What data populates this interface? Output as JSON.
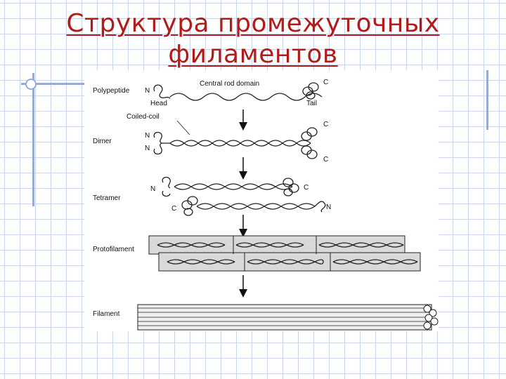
{
  "slide": {
    "title_line1": "Структура промежуточных",
    "title_line2": "филаментов"
  },
  "diagram": {
    "stages": {
      "polypeptide": "Polypeptide",
      "dimer": "Dimer",
      "tetramer": "Tetramer",
      "protofilament": "Protofilament",
      "filament": "Filament"
    },
    "annotations": {
      "central_rod_domain": "Central rod domain",
      "head": "Head",
      "tail": "Tail",
      "coiled_coil": "Coiled-coil"
    },
    "terminals": {
      "n": "N",
      "c": "C"
    }
  },
  "colors": {
    "title": "#b31b1b",
    "grid": "#c9d6ec",
    "accent_lines": "#98abd3",
    "ink": "#222222"
  }
}
